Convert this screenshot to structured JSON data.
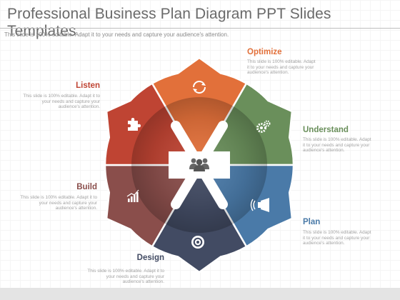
{
  "title": "Professional Business Plan Diagram PPT Slides Templates",
  "subtitle": "This slide is 100% editable. Adapt it to your needs and capture your audience's attention.",
  "colors": {
    "optimize": "#e2703a",
    "understand": "#6a8f5b",
    "plan": "#4a7aa8",
    "design": "#424b63",
    "build": "#8a4e4b",
    "listen": "#bf4433"
  },
  "sections": {
    "optimize": {
      "label": "Optimize",
      "icon": "refresh-icon",
      "text": "This slide is 100% editable. Adapt it to your needs and capture your audience's attention."
    },
    "understand": {
      "label": "Understand",
      "icon": "gears-icon",
      "text": "This slide is 100% editable. Adapt it to your needs and capture your audience's attention."
    },
    "plan": {
      "label": "Plan",
      "icon": "megaphone-icon",
      "text": "This slide is 100% editable. Adapt it to your needs and capture your audience's attention."
    },
    "design": {
      "label": "Design",
      "icon": "target-icon",
      "text": "This slide is 100% editable. Adapt it to your needs and capture your audience's attention."
    },
    "build": {
      "label": "Build",
      "icon": "bar-chart-icon",
      "text": "This slide is 100% editable. Adapt it to your needs and capture your audience's attention."
    },
    "listen": {
      "label": "Listen",
      "icon": "puzzle-icon",
      "text": "This slide is 100% editable. Adapt it to your needs and capture your audience's attention."
    }
  },
  "center_icon": "team-icon"
}
